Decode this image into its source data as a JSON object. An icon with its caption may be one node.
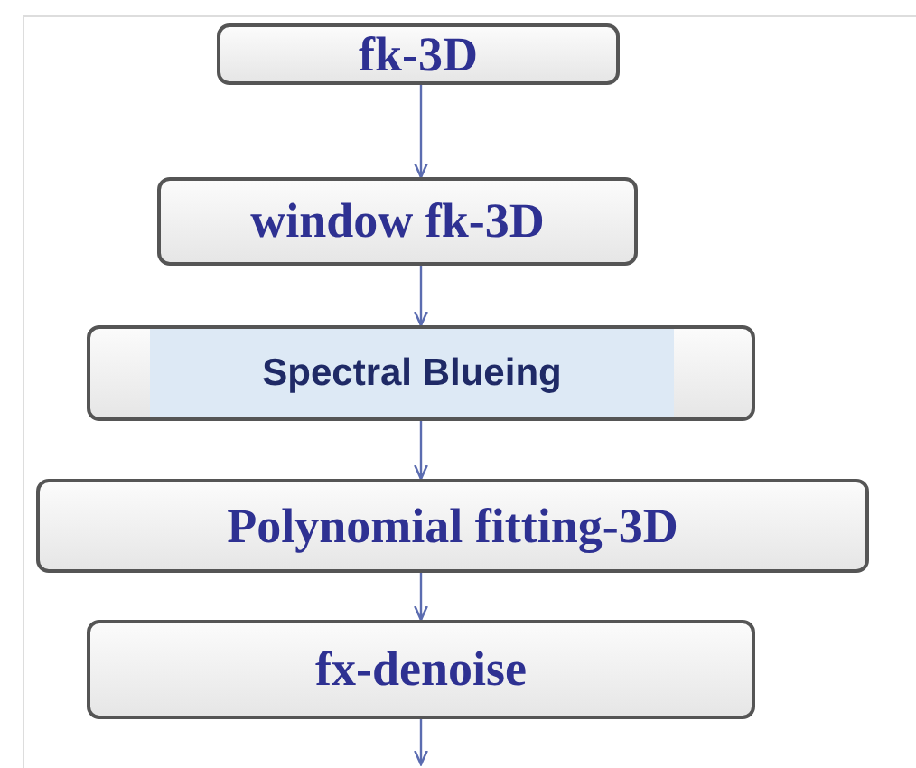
{
  "diagram": {
    "nodes": [
      {
        "text": [
          "fk-3D"
        ]
      },
      {
        "text": [
          "window fk-3D"
        ]
      },
      {
        "text": [
          "Spectral Blueing"
        ]
      },
      {
        "text": [
          "Polynomial fitting-3D"
        ]
      },
      {
        "text": [
          "fx-denoise"
        ]
      }
    ],
    "edges": [
      {
        "from": 0,
        "to": 1,
        "arrow": "to"
      },
      {
        "from": 1,
        "to": 2,
        "arrow": "to"
      },
      {
        "from": 2,
        "to": 3,
        "arrow": "to"
      },
      {
        "from": 3,
        "to": 4,
        "arrow": "to"
      },
      {
        "from": 4,
        "to": null,
        "arrow": "to"
      }
    ]
  }
}
